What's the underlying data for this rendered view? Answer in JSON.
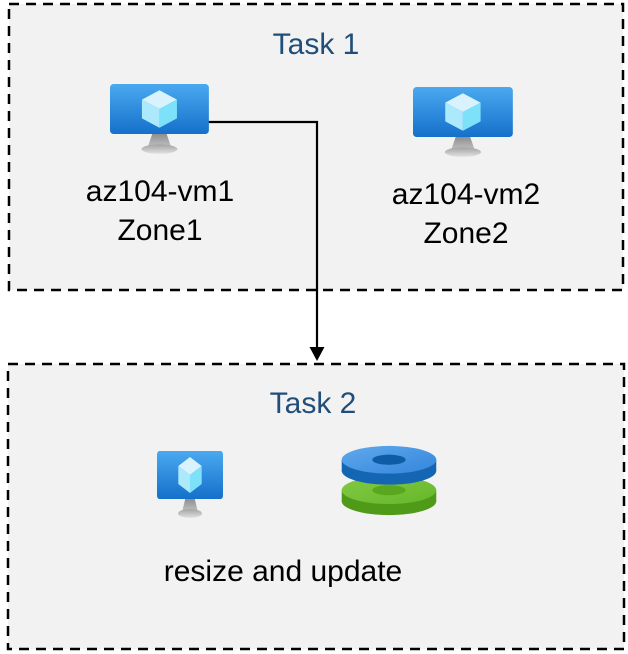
{
  "colors": {
    "background": "#ffffff",
    "box_fill": "#f2f2f2",
    "box_border": "#000000",
    "title_text": "#1f4e79",
    "label_text": "#000000",
    "vm_screen_top": "#4aa9f0",
    "vm_screen_bottom": "#1570ca",
    "vm_cube_top": "#d8f3fe",
    "vm_cube_left": "#ace9fc",
    "vm_cube_right": "#7de1fa",
    "disk_blue_face": "#3e92e2",
    "disk_blue_side": "#1566b2",
    "disk_blue_hole": "#0f5ca6",
    "disk_green_face": "#70c02f",
    "disk_green_side": "#4f9b19",
    "disk_green_hole": "#59a71f",
    "arrow": "#000000"
  },
  "task1": {
    "title": "Task 1",
    "vms": [
      {
        "name": "az104-vm1",
        "zone": "Zone1",
        "icon": "virtual-machine-icon"
      },
      {
        "name": "az104-vm2",
        "zone": "Zone2",
        "icon": "virtual-machine-icon"
      }
    ]
  },
  "task2": {
    "title": "Task 2",
    "caption": "resize and update",
    "icons": [
      "virtual-machine-icon",
      "managed-disks-icon"
    ]
  },
  "connector": {
    "from": "az104-vm1",
    "to": "Task 2",
    "type": "arrow"
  }
}
